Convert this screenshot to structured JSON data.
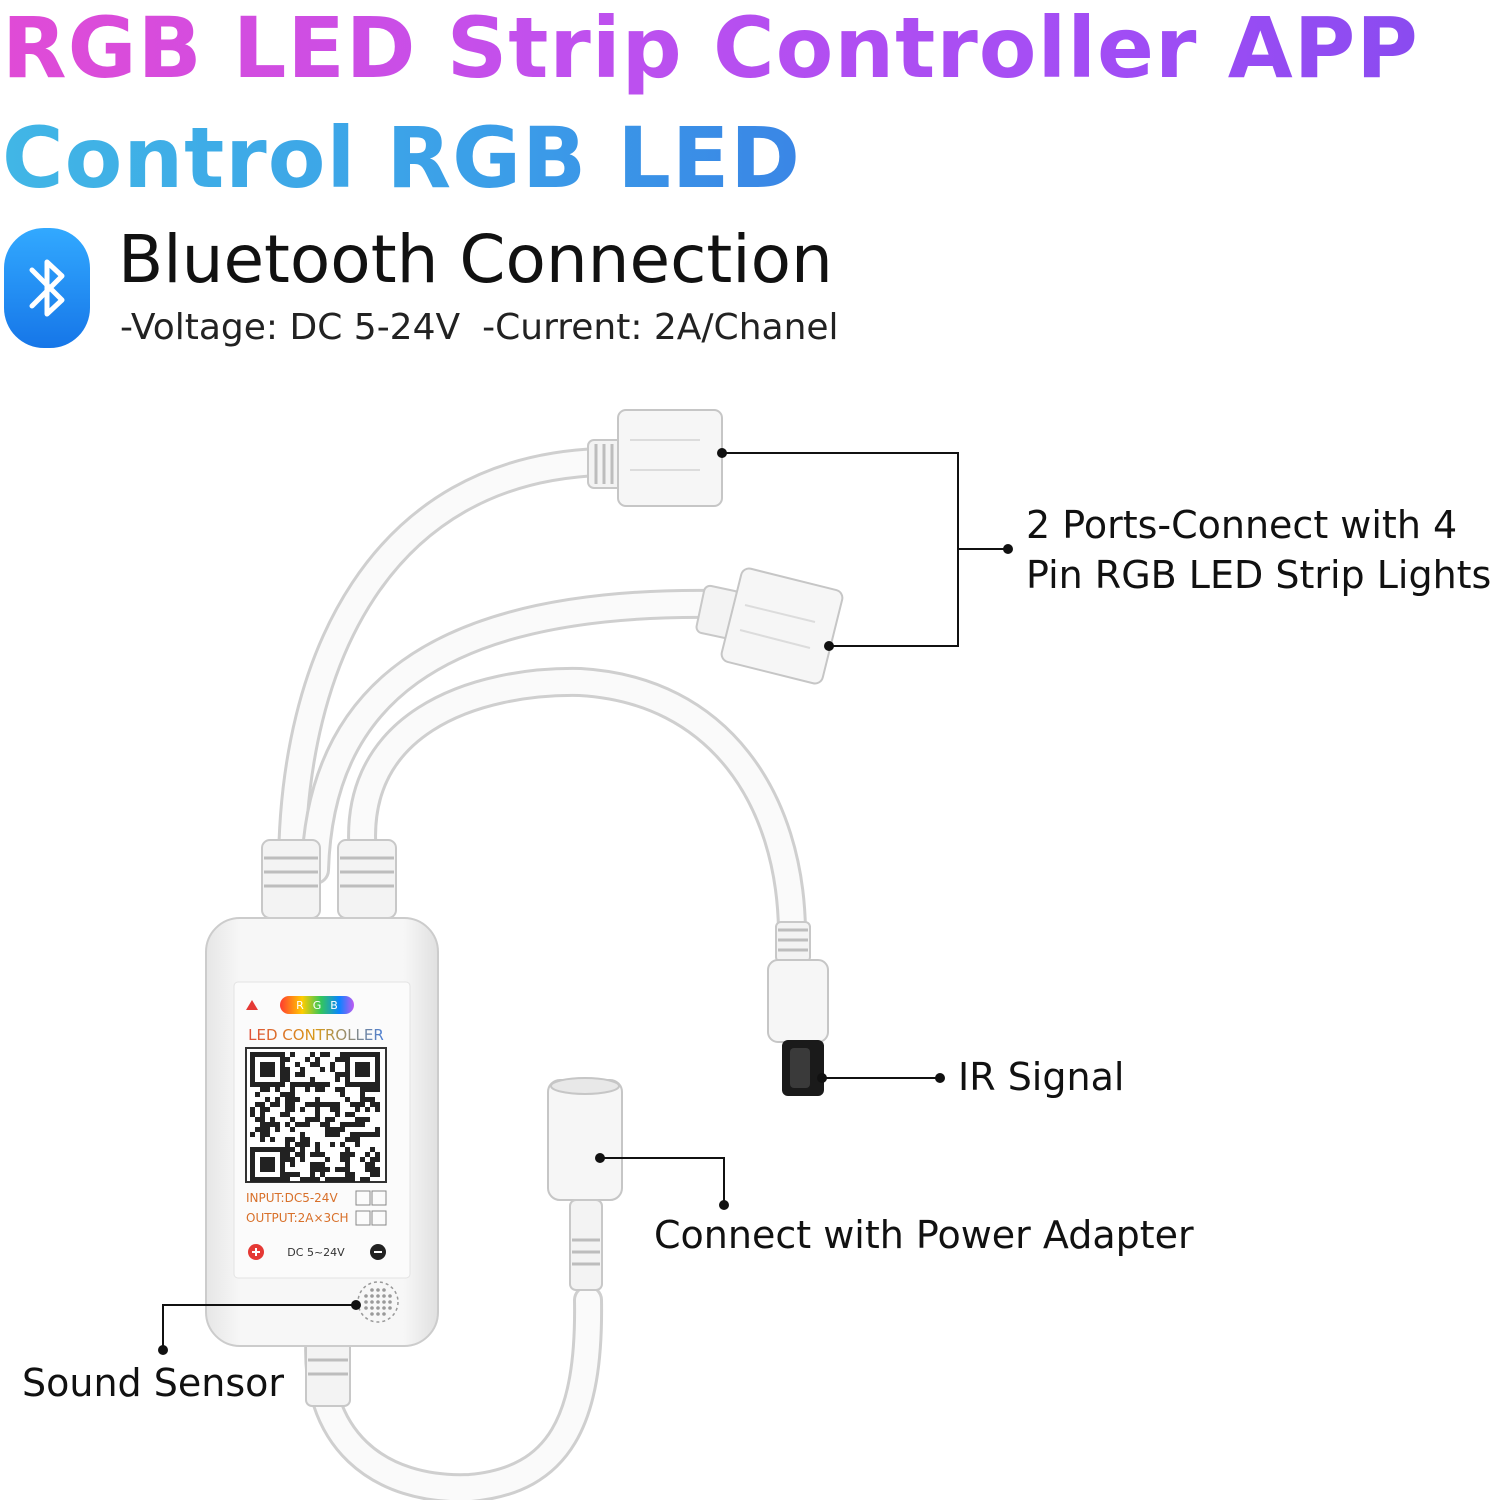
{
  "header": {
    "title_line1": "RGB LED Strip Controller APP",
    "title_line2": "Control RGB LED",
    "connection": "Bluetooth Connection",
    "specs": [
      "-Voltage: DC 5-24V",
      "-Current: 2A/Chanel"
    ]
  },
  "controller": {
    "rgb_badge": [
      "R",
      "G",
      "B"
    ],
    "name": "LED CONTROLLER",
    "input": "INPUT:DC5-24V",
    "output": "OUTPUT:2A×3CH",
    "power_label": "DC 5~24V"
  },
  "callouts": {
    "ports_line1": "2 Ports-Connect with 4",
    "ports_line2": "Pin RGB LED Strip Lights",
    "ir": "IR Signal",
    "power": "Connect with Power Adapter",
    "sound": "Sound Sensor"
  },
  "colors": {
    "title_gradient_start": "#e04bd6",
    "title_gradient_end": "#8a4bf0",
    "subtitle_blue": "#3b9fe8",
    "bluetooth_blue": "#1e88f0"
  }
}
